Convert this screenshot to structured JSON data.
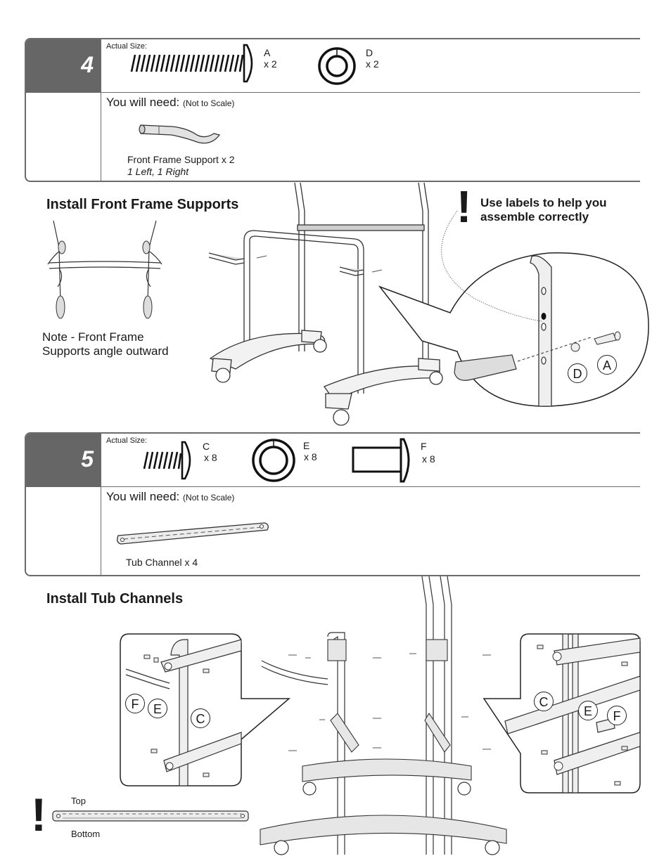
{
  "step4": {
    "number": "4",
    "actual_size": "Actual Size:",
    "parts": [
      {
        "letter": "A",
        "qty": "x 2"
      },
      {
        "letter": "D",
        "qty": "x 2"
      }
    ],
    "you_will_need": "You will need:",
    "not_to_scale": "(Not to Scale)",
    "item_name": "Front Frame Support x 2",
    "item_note": "1 Left, 1 Right",
    "heading": "Install Front Frame Supports",
    "note_line1": "Note - Front Frame",
    "note_line2": "Supports angle outward",
    "tip_line1": "Use labels to help you",
    "tip_line2": "assemble correctly",
    "callout_labels": [
      "D",
      "A"
    ]
  },
  "step5": {
    "number": "5",
    "actual_size": "Actual Size:",
    "parts": [
      {
        "letter": "C",
        "qty": "x 8"
      },
      {
        "letter": "E",
        "qty": "x 8"
      },
      {
        "letter": "F",
        "qty": "x 8"
      }
    ],
    "you_will_need": "You will need:",
    "not_to_scale": "(Not to Scale)",
    "item_name": "Tub Channel x 4",
    "heading": "Install Tub Channels",
    "left_callout_labels": [
      "F",
      "E",
      "C"
    ],
    "right_callout_labels": [
      "C",
      "E",
      "F"
    ],
    "orientation_top": "Top",
    "orientation_bottom": "Bottom"
  },
  "icons": {
    "warning": "exclamation-icon"
  }
}
